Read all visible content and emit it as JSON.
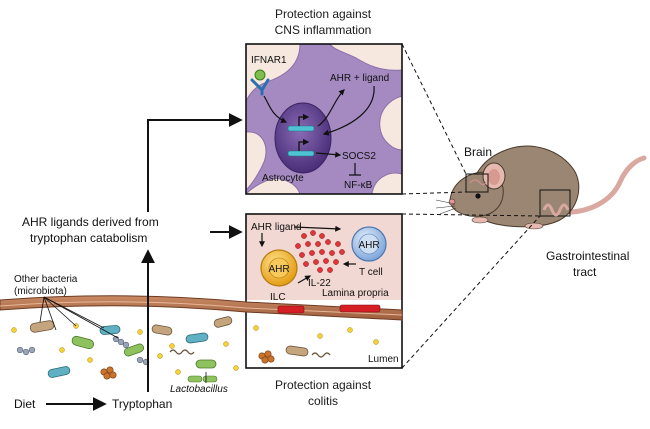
{
  "title_top_line1": "Protection against",
  "title_top_line2": "CNS inflammation",
  "title_bottom_line1": "Protection against",
  "title_bottom_line2": "colitis",
  "ahr_ligands_line1": "AHR ligands derived from",
  "ahr_ligands_line2": "tryptophan catabolism",
  "other_bacteria_line1": "Other bacteria",
  "other_bacteria_line2": "(microbiota)",
  "lactobacillus": "Lactobacillus",
  "diet": "Diet",
  "tryptophan": "Tryptophan",
  "brain_panel": {
    "ifnar1": "IFNAR1",
    "ahr_ligand": "AHR + ligand",
    "socs2": "SOCS2",
    "nfkb": "NF-κB",
    "astrocyte": "Astrocyte"
  },
  "gut_panel": {
    "ahr_ligand": "AHR ligand",
    "ahr_tcell": "AHR",
    "tcell": "T cell",
    "ahr_ilc": "AHR",
    "ilc": "ILC",
    "il22": "IL-22",
    "lamina_propria": "Lamina propria",
    "lumen": "Lumen"
  },
  "mouse": {
    "brain": "Brain",
    "gi_line1": "Gastrointestinal",
    "gi_line2": "tract"
  },
  "colors": {
    "astrocyte_bg": "#a58ac2",
    "nucleus": "#5b3d8a",
    "gut_bg": "#f2d8d2",
    "ahr_yellow": "#f2b52a",
    "ahr_blue": "#8fb3e0",
    "il22_red": "#e0353a",
    "mouse_fur": "#9b8674"
  }
}
